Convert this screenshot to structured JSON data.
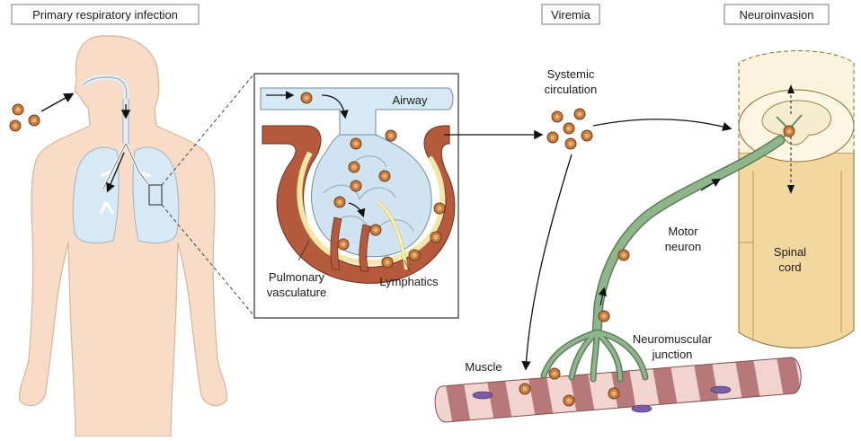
{
  "headers": {
    "primary": "Primary respiratory infection",
    "viremia": "Viremia",
    "neuroinvasion": "Neuroinvasion"
  },
  "labels": {
    "airway": "Airway",
    "pulmonary_1": "Pulmonary",
    "pulmonary_2": "vasculature",
    "lymphatics": "Lymphatics",
    "systemic_1": "Systemic",
    "systemic_2": "circulation",
    "motor_1": "Motor",
    "motor_2": "neuron",
    "nmj_1": "Neuromuscular",
    "nmj_2": "junction",
    "muscle": "Muscle",
    "spinal_1": "Spinal",
    "spinal_2": "cord"
  },
  "colors": {
    "skin": "#f8dcc8",
    "lung": "#d6e9f4",
    "vessel": "#b55a3d",
    "lymph": "#f3e6a6",
    "neuron": "#8fb58a",
    "spinal": "#f2d79f",
    "virus": "#c97b3b"
  }
}
